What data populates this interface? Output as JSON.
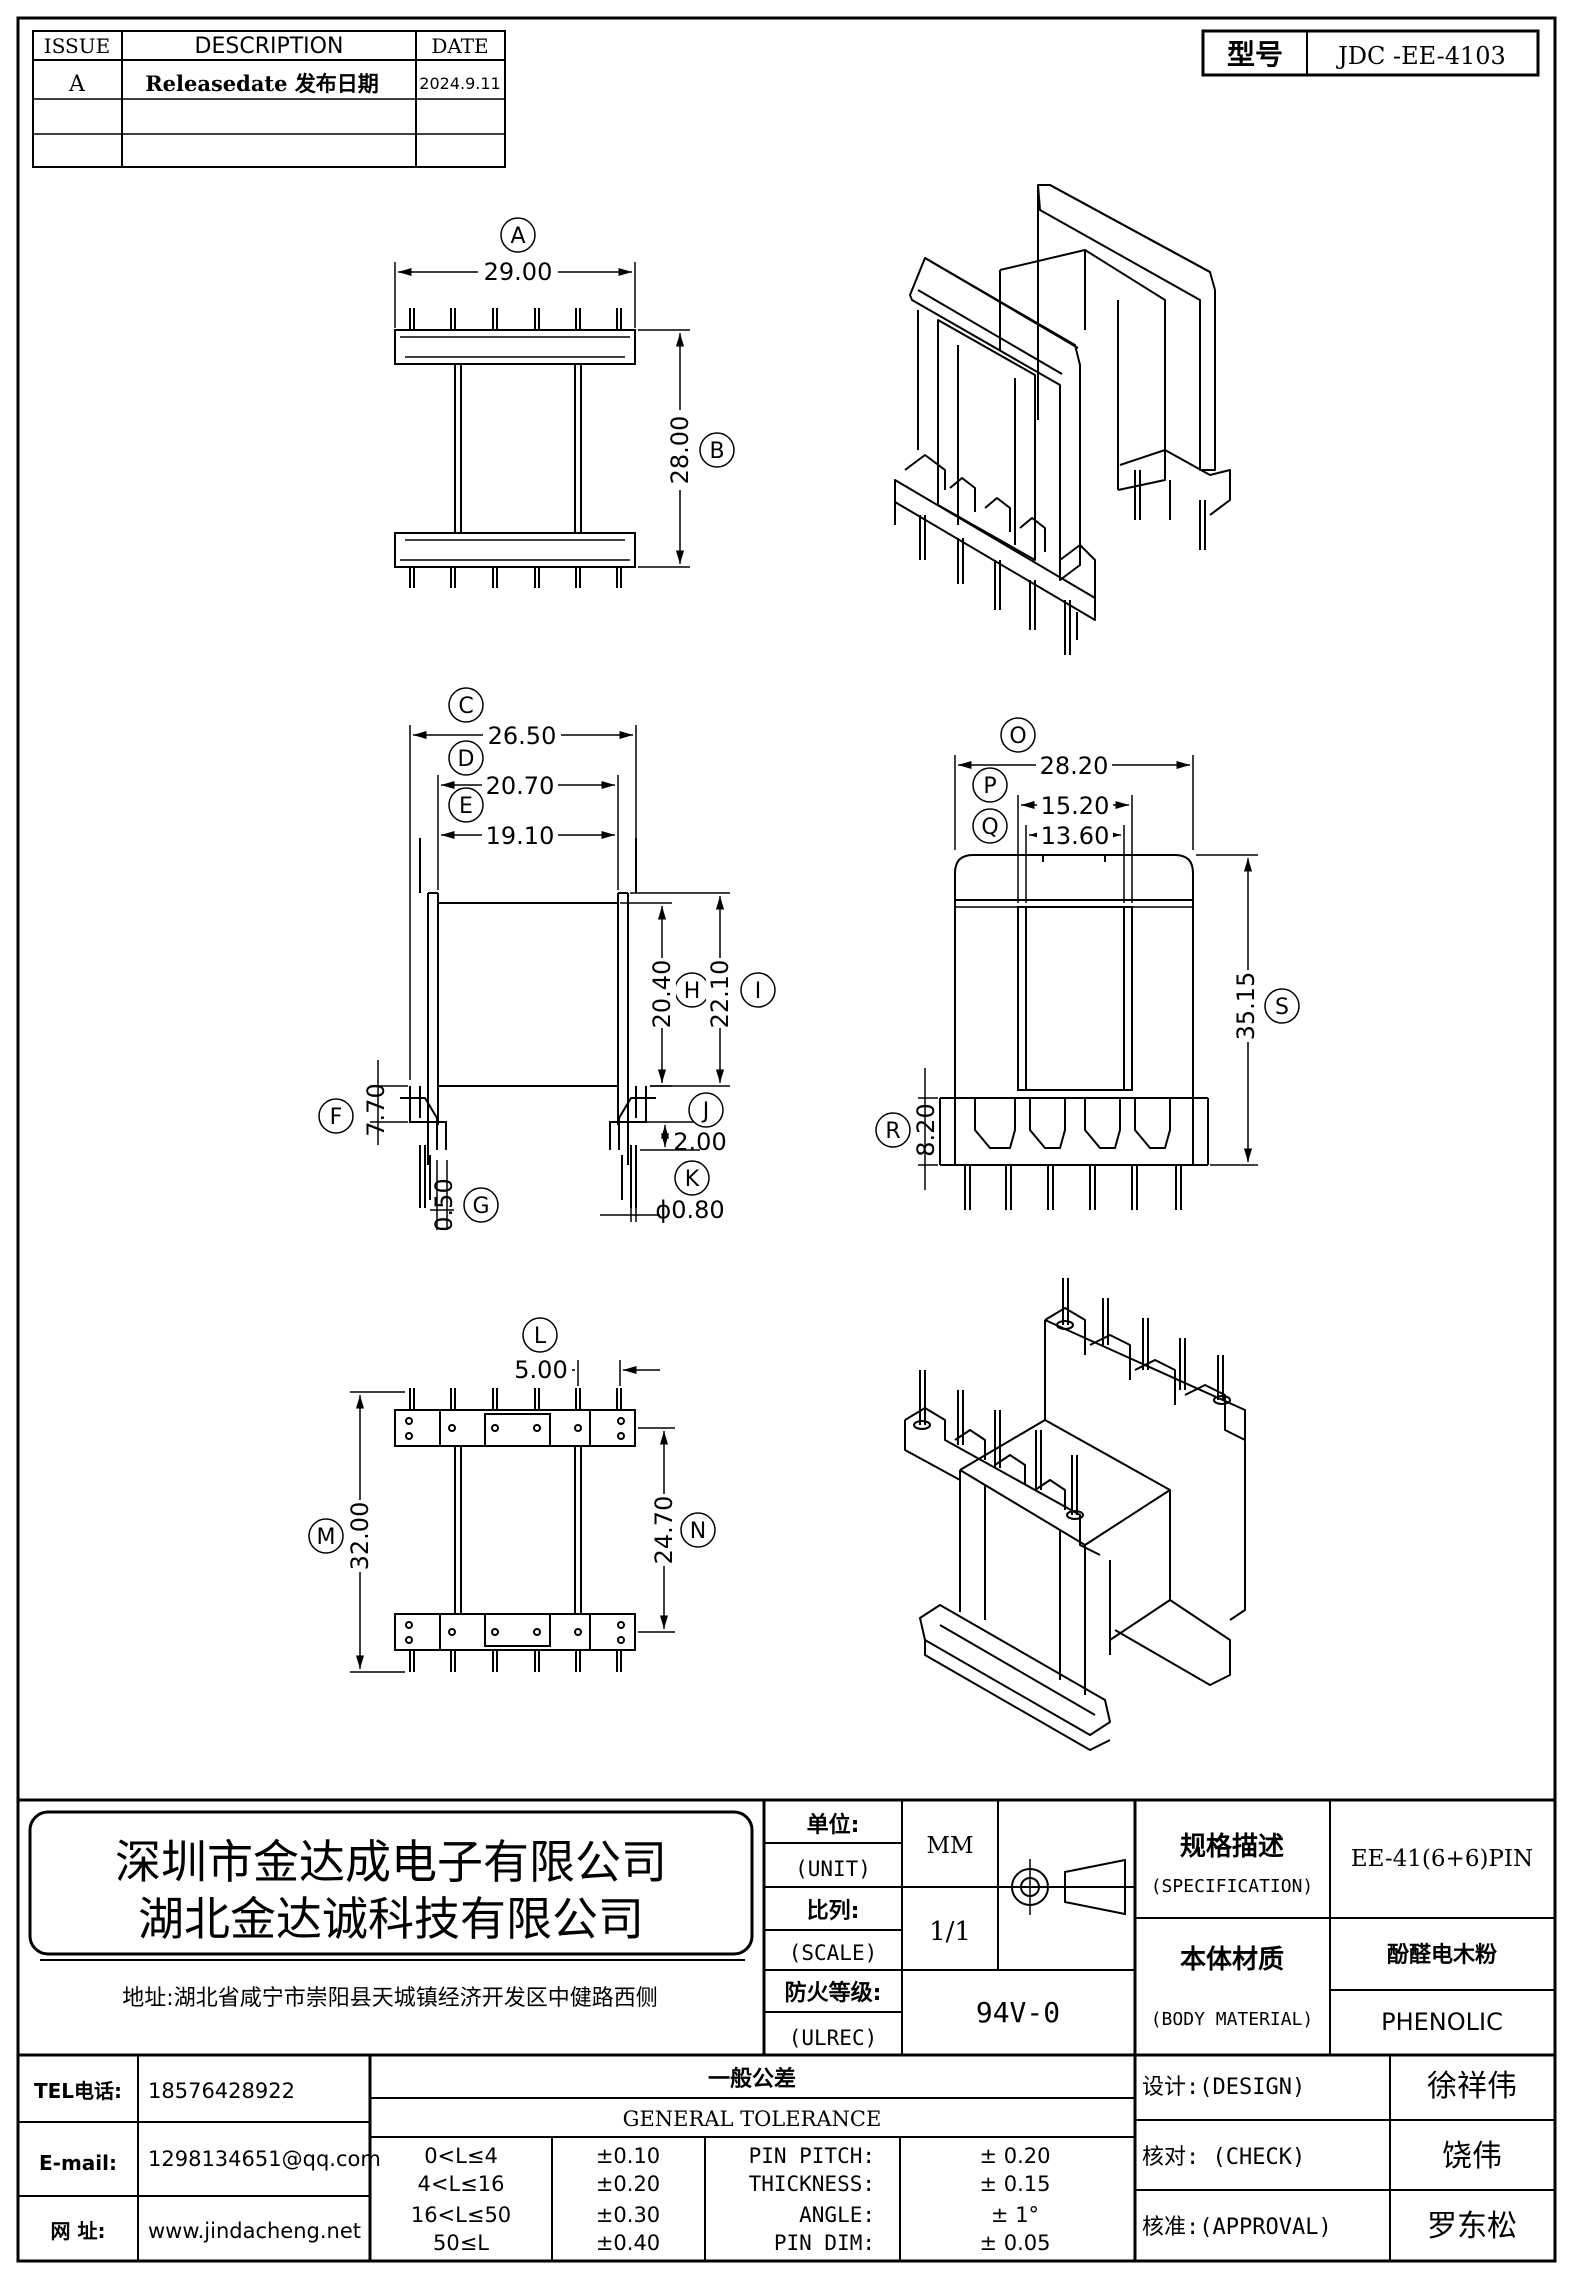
{
  "revision_table": {
    "headers": [
      "ISSUE",
      "DESCRIPTION",
      "DATE"
    ],
    "rows": [
      {
        "issue": "A",
        "description": "Releasedate 发布日期",
        "date": "2024.9.11"
      },
      {
        "issue": "",
        "description": "",
        "date": ""
      },
      {
        "issue": "",
        "description": "",
        "date": ""
      }
    ]
  },
  "model": {
    "label": "型号",
    "value": "JDC -EE-4103"
  },
  "views": {
    "top": {
      "circle_a": "A",
      "dim_a": "29.00",
      "circle_b": "B",
      "dim_b": "28.00"
    },
    "front": {
      "circle_c": "C",
      "dim_c": "26.50",
      "circle_d": "D",
      "dim_d": "20.70",
      "circle_e": "E",
      "dim_e": "19.10",
      "circle_h": "H",
      "dim_h": "20.40",
      "circle_i": "I",
      "dim_i": "22.10",
      "circle_f": "F",
      "dim_f": "7.70",
      "circle_j": "J",
      "dim_j": "2.00",
      "circle_g": "G",
      "dim_g": "0.50",
      "circle_k": "K",
      "dim_k": "ϕ0.80"
    },
    "side": {
      "circle_o": "O",
      "dim_o": "28.20",
      "circle_p": "P",
      "dim_p": "15.20",
      "circle_q": "Q",
      "dim_q": "13.60",
      "circle_s": "S",
      "dim_s": "35.15",
      "circle_r": "R",
      "dim_r": "8.20"
    },
    "bottom": {
      "circle_l": "L",
      "dim_l": "5.00",
      "circle_m": "M",
      "dim_m": "32.00",
      "circle_n": "N",
      "dim_n": "24.70"
    }
  },
  "title_block": {
    "company_1": "深圳市金达成电子有限公司",
    "company_2": "湖北金达诚科技有限公司",
    "address": "地址:湖北省咸宁市崇阳县天城镇经济开发区中健路西侧",
    "unit_label_cn": "单位:",
    "unit_label_en": "(UNIT)",
    "unit_value": "MM",
    "scale_label_cn": "比列:",
    "scale_label_en": "(SCALE)",
    "scale_value": "1/1",
    "ulrec_label_cn": "防火等级:",
    "ulrec_label_en": "(ULREC)",
    "ulrec_value": "94V-0",
    "spec_label_cn": "规格描述",
    "spec_label_en": "(SPECIFICATION)",
    "spec_value": "EE-41(6+6)PIN",
    "material_label_cn": "本体材质",
    "material_label_en": "(BODY MATERIAL)",
    "material_value_cn": "酚醛电木粉",
    "material_value_en": "PHENOLIC",
    "tel_label": "TEL电话:",
    "tel_value": "18576428922",
    "email_label": "E-mail:",
    "email_value": "1298134651@qq.com",
    "web_label": "网  址:",
    "web_value": "www.jindacheng.net",
    "tolerance_title_cn": "一般公差",
    "tolerance_title_en": "GENERAL TOLERANCE",
    "tolerances": [
      {
        "range": "0<L≤4",
        "value": "±0.10"
      },
      {
        "range": "4<L≤16",
        "value": "±0.20"
      },
      {
        "range": "16<L≤50",
        "value": "±0.30"
      },
      {
        "range": "50≤L",
        "value": "±0.40"
      }
    ],
    "extra_tolerances": [
      {
        "label": "PIN PITCH:",
        "value": "± 0.20"
      },
      {
        "label": "THICKNESS:",
        "value": "± 0.15"
      },
      {
        "label": "ANGLE:",
        "value": "± 1°"
      },
      {
        "label": "PIN DIM:",
        "value": "± 0.05"
      }
    ],
    "design_label": "设计:(DESIGN)",
    "design_value": "徐祥伟",
    "check_label": "核对: (CHECK)",
    "check_value": "饶伟",
    "approval_label": "核准:(APPROVAL)",
    "approval_value": "罗东松"
  },
  "colors": {
    "ink": "#000000",
    "paper": "#ffffff",
    "hatch": "#444444"
  }
}
